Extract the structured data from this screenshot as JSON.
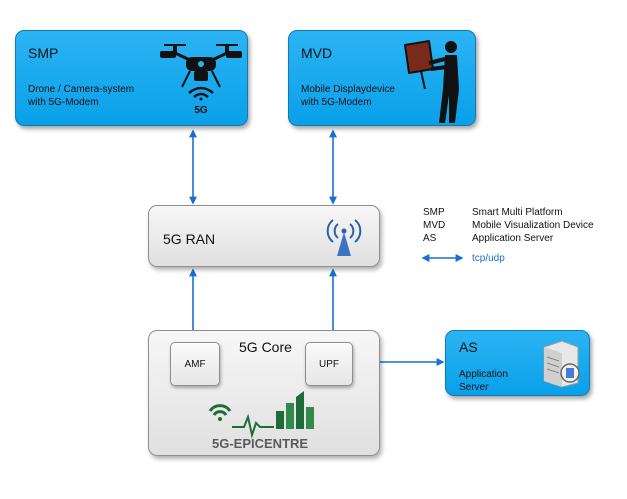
{
  "smp": {
    "title": "SMP",
    "desc_line1": "Drone / Camera-system",
    "desc_line2": "with 5G-Modem",
    "drone_badge": "5G"
  },
  "mvd": {
    "title": "MVD",
    "desc_line1": "Mobile Displaydevice",
    "desc_line2": "with 5G-Modem"
  },
  "ran": {
    "title": "5G RAN"
  },
  "core": {
    "title": "5G Core",
    "amf": "AMF",
    "upf": "UPF",
    "logo_text": "5G-EPICENTRE"
  },
  "as": {
    "title": "AS",
    "desc_line1": "Application",
    "desc_line2": "Server"
  },
  "legend": {
    "items": [
      {
        "abbr": "SMP",
        "full": "Smart Multi Platform"
      },
      {
        "abbr": "MVD",
        "full": "Mobile Visualization Device"
      },
      {
        "abbr": "AS",
        "full": "Application Server"
      }
    ],
    "arrow_label": "tcp/udp"
  },
  "colors": {
    "box_blue": "#0aa0e8",
    "arrow_blue": "#1a6fd6",
    "logo_green": "#1f6b3a"
  }
}
